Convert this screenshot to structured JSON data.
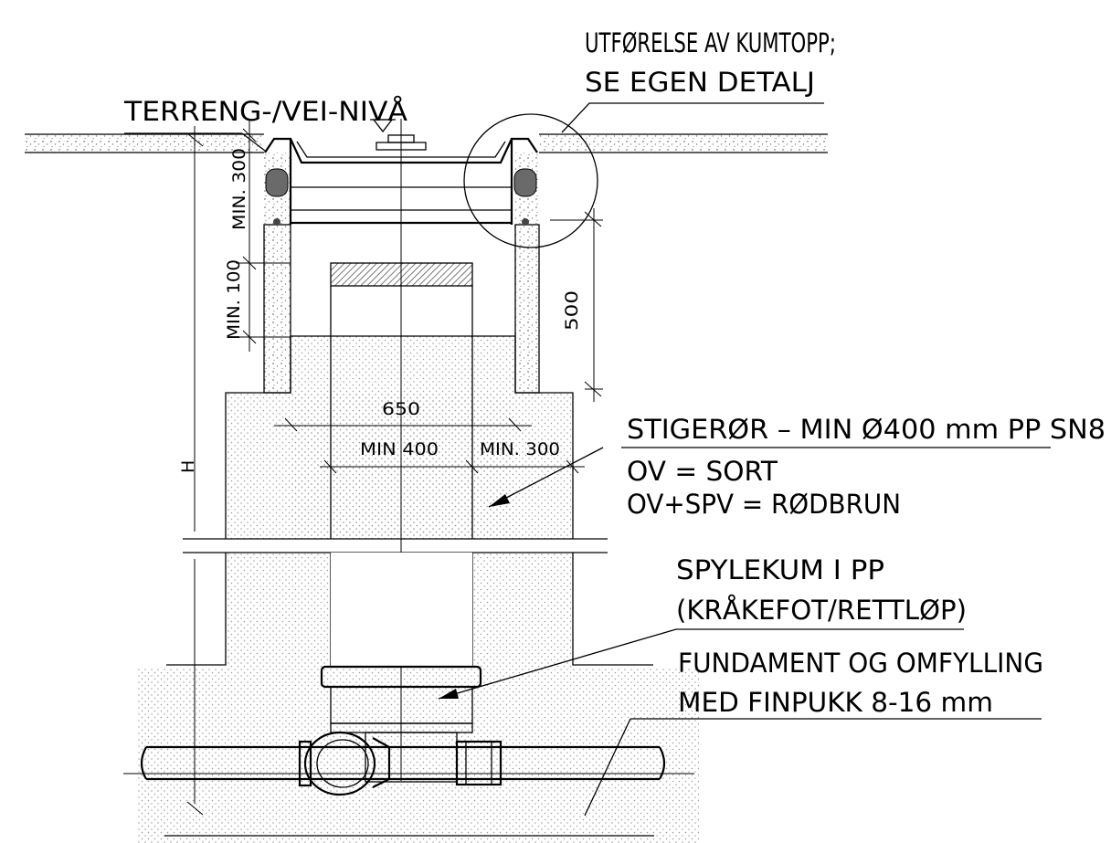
{
  "labels": {
    "terrain": "TERRENG-/VEI-NIVÅ",
    "kumtopp_line1": "UTFØRELSE AV KUMTOPP;",
    "kumtopp_line2": "SE EGEN DETALJ",
    "stigeror": "STIGERØR – MIN Ø400 mm PP SN8",
    "ov": "OV = SORT",
    "ovspv": "OV+SPV = RØDBRUN",
    "spylekum_line1": "SPYLEKUM I PP",
    "spylekum_line2": "(KRÅKEFOT/RETTLØP)",
    "fundament_line1": "FUNDAMENT OG OMFYLLING",
    "fundament_line2": "MED FINPUKK 8-16 mm"
  },
  "dimensions": {
    "min300_top": "MIN. 300",
    "min100": "MIN. 100",
    "d500": "500",
    "d650": "650",
    "min400": "MIN 400",
    "min300_side": "MIN. 300",
    "h": "H"
  },
  "colors": {
    "line": "#000000",
    "gravel_dots": "#9a9a9a",
    "concrete": "#7d7d7d",
    "hatch": "#555555",
    "seal": "#6a6a6a"
  }
}
